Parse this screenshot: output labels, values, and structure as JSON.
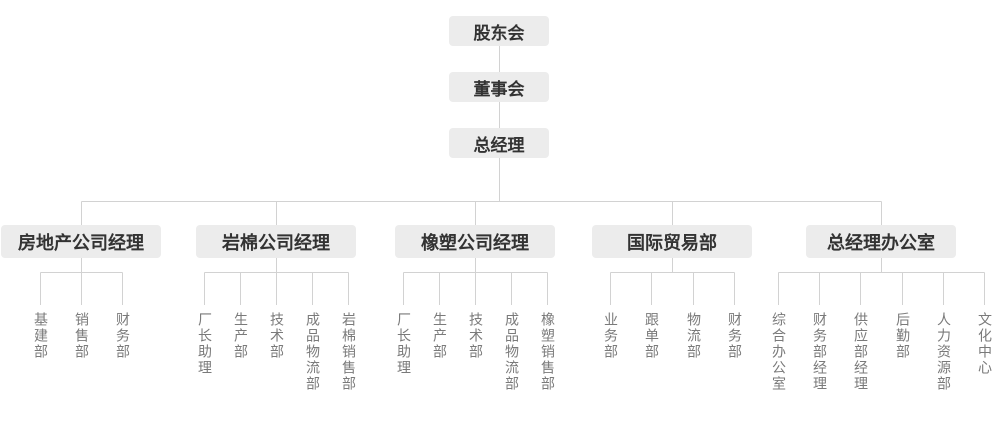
{
  "chart": {
    "type": "org-chart",
    "root_chain": [
      {
        "label": "股东会"
      },
      {
        "label": "董事会"
      },
      {
        "label": "总经理"
      }
    ],
    "branches": [
      {
        "label": "房地产公司经理",
        "children": [
          "基建部",
          "销售部",
          "财务部"
        ]
      },
      {
        "label": "岩棉公司经理",
        "children": [
          "厂长助理",
          "生产部",
          "技术部",
          "成品物流部",
          "岩棉销售部"
        ]
      },
      {
        "label": "橡塑公司经理",
        "children": [
          "厂长助理",
          "生产部",
          "技术部",
          "成品物流部",
          "橡塑销售部"
        ]
      },
      {
        "label": "国际贸易部",
        "children": [
          "业务部",
          "跟单部",
          "物流部",
          "财务部"
        ]
      },
      {
        "label": "总经理办公室",
        "children": [
          "综合办公室",
          "财务部经理",
          "供应部经理",
          "后勤部",
          "人力资源部",
          "文化中心"
        ]
      }
    ],
    "colors": {
      "node_bg": "#ececec",
      "node_text": "#333333",
      "leaf_text": "#7a7a7a",
      "line": "#d2d2d2",
      "background": "#ffffff"
    }
  }
}
